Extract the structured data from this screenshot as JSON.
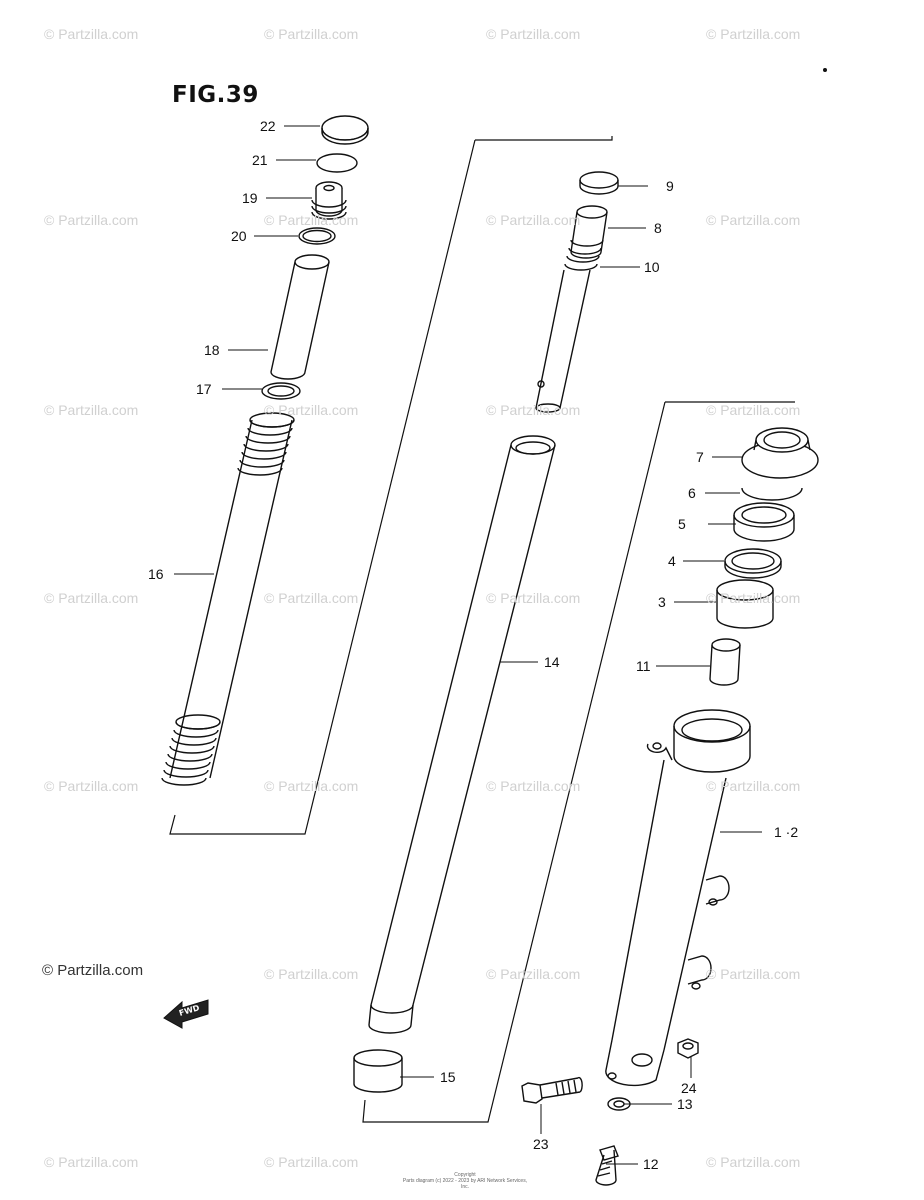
{
  "figure": {
    "title": "FIG.39"
  },
  "watermark": {
    "text": "© Partzilla.com",
    "main_text": "© Partzilla.com"
  },
  "direction_arrow": {
    "label": "FWD",
    "icon": "fwd-arrow-icon"
  },
  "copyright": {
    "line1": "Copyright",
    "line2": "Parts diagram (c) 2022 - 2023 by ARI Network Services, Inc."
  },
  "callouts": {
    "c1_2": "1 ·2",
    "c3": "3",
    "c4": "4",
    "c5": "5",
    "c6": "6",
    "c7": "7",
    "c8": "8",
    "c9": "9",
    "c10": "10",
    "c11": "11",
    "c12": "12",
    "c13": "13",
    "c14": "14",
    "c15": "15",
    "c16": "16",
    "c17": "17",
    "c18": "18",
    "c19": "19",
    "c20": "20",
    "c21": "21",
    "c22": "22",
    "c23": "23",
    "c24": "24"
  },
  "parts": [
    {
      "icon": "cap-icon"
    },
    {
      "icon": "o-ring-icon"
    },
    {
      "icon": "cap-bolt-icon"
    },
    {
      "icon": "spacer-tube-icon"
    },
    {
      "icon": "spring-icon"
    },
    {
      "icon": "inner-tube-icon"
    },
    {
      "icon": "outer-tube-icon"
    }
  ]
}
